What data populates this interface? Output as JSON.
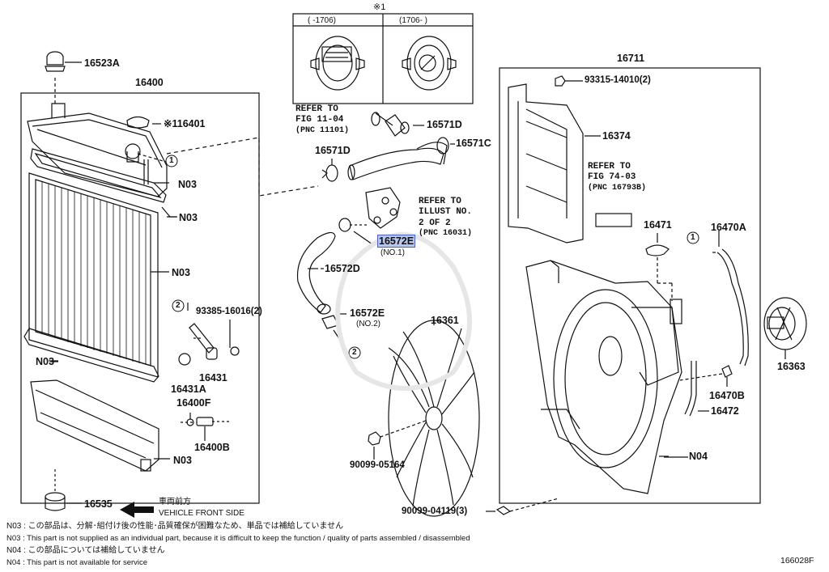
{
  "variant_header": {
    "mark": "※1",
    "col_left": "(    -1706)",
    "col_right": "(1706-     )"
  },
  "labels": {
    "p16523A": "16523A",
    "p16400": "16400",
    "p16401": "※116401",
    "n03_a": "N03",
    "n03_b": "N03",
    "n03_c": "N03",
    "n03_d": "N03",
    "n03_e": "N03",
    "p93385": "93385-16016(2)",
    "p16431": "16431",
    "p16431A": "16431A",
    "p16400F": "16400F",
    "p16400B": "16400B",
    "p16535": "16535",
    "p16571D_a": "16571D",
    "p16571C": "16571C",
    "p16571D_b": "16571D",
    "p16572E_1": "16572E",
    "p16572E_1_sub": "(NO.1)",
    "p16572D": "16572D",
    "p16572E_2": "16572E",
    "p16572E_2_sub": "(NO.2)",
    "p16361": "16361",
    "p90099_05164": "90099-05164",
    "p90099_04119": "90099-04119(3)",
    "p16711": "16711",
    "p93315": "93315-14010(2)",
    "p16374": "16374",
    "p16471": "16471",
    "p16470A": "16470A",
    "p16363": "16363",
    "p16470B": "16470B",
    "p16472": "16472",
    "n04": "N04",
    "circle1_a": "1",
    "circle1_b": "1",
    "circle2_a": "2",
    "circle2_b": "2",
    "drawing_no": "166028F"
  },
  "refer_fig": {
    "line1": "REFER TO",
    "line2": "FIG 11-04",
    "line3": "(PNC 11101)"
  },
  "refer_illust": {
    "line1": "REFER TO",
    "line2": "ILLUST NO.",
    "line3": "2 OF 2",
    "line4": "(PNC 16031)"
  },
  "refer_fig74": {
    "line1": "REFER TO",
    "line2": "FIG 74-03",
    "line3": "(PNC 16793B)"
  },
  "front_arrow": {
    "jp": "車両前方",
    "en": "VEHICLE FRONT SIDE"
  },
  "notes": [
    "N03 : この部品は、分解･組付け後の性能･品質確保が困難なため、単品では補給していません",
    "N03 : This part is not supplied as an individual part, because it is difficult to keep the function / quality of parts assembled / disassembled",
    "N04 : この部品については補給していません",
    "N04 : This part is not available for service"
  ]
}
